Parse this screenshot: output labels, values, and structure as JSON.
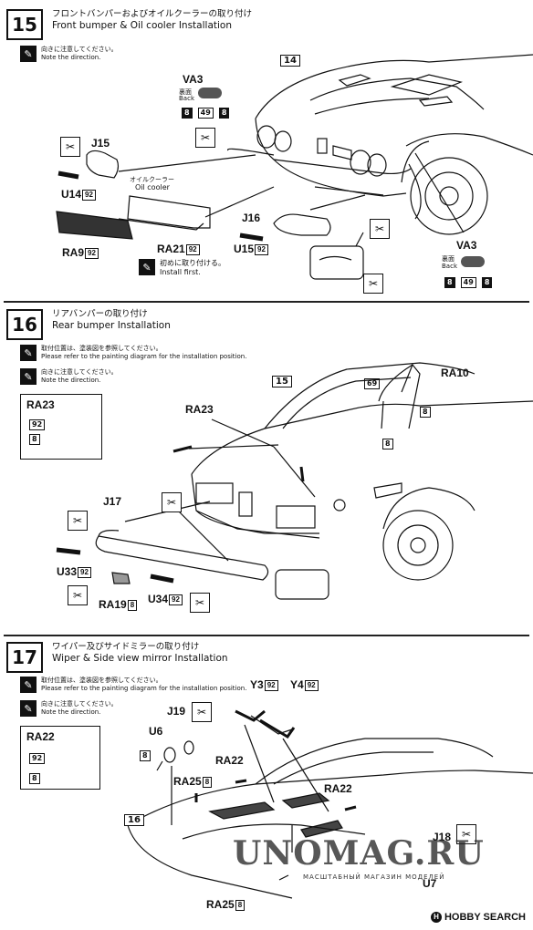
{
  "steps": [
    {
      "number": "15",
      "title_jp": "フロントバンパーおよびオイルクーラーの取り付け",
      "title_en": "Front bumper & Oil cooler Installation",
      "notes": [
        {
          "jp": "向きに注意してください。",
          "en": "Note the direction."
        }
      ]
    },
    {
      "number": "16",
      "title_jp": "リアバンパーの取り付け",
      "title_en": "Rear bumper Installation",
      "notes": [
        {
          "jp": "取付位置は、塗装図を参照してください。",
          "en": "Please refer to the painting diagram for the installation position."
        },
        {
          "jp": "向きに注意してください。",
          "en": "Note the direction."
        }
      ]
    },
    {
      "number": "17",
      "title_jp": "ワイパー及びサイドミラーの取り付け",
      "title_en": "Wiper & Side view mirror Installation",
      "notes": [
        {
          "jp": "取付位置は、塗装図を参照してください。",
          "en": "Please refer to the painting diagram for the installation position."
        },
        {
          "jp": "向きに注意してください。",
          "en": "Note the direction."
        }
      ]
    }
  ],
  "step15": {
    "ref_step": "14",
    "va3_top": {
      "name": "VA3",
      "jp": "裏面",
      "en": "Back",
      "n1": "8",
      "n2": "49",
      "n3": "8"
    },
    "va3_bottom": {
      "name": "VA3",
      "jp": "裏面",
      "en": "Back",
      "n1": "8",
      "n2": "49",
      "n3": "8"
    },
    "j15": "J15",
    "u14": "U14",
    "u14_num": "92",
    "oil_cooler_jp": "オイルクーラー",
    "oil_cooler_en": "Oil cooler",
    "ra9": "RA9",
    "ra9_num": "92",
    "ra21": "RA21",
    "ra21_num": "92",
    "install_first_jp": "初めに取り付ける。",
    "install_first_en": "Install first.",
    "j16": "J16",
    "u15": "U15",
    "u15_num": "92"
  },
  "step16": {
    "ref_step": "15",
    "ra10": "RA10",
    "ra10_num_a": "69",
    "ra10_num_b": "8",
    "ra10_num_c": "8",
    "ra23_box": "RA23",
    "ra23_box_n1": "92",
    "ra23_box_n2": "8",
    "ra23": "RA23",
    "j17": "J17",
    "u33": "U33",
    "u33_num": "92",
    "ra19": "RA19",
    "ra19_num": "8",
    "u34": "U34",
    "u34_num": "92"
  },
  "step17": {
    "ref_step": "16",
    "y3": "Y3",
    "y3_num": "92",
    "y4": "Y4",
    "y4_num": "92",
    "j19": "J19",
    "u6": "U6",
    "u6_num": "8",
    "ra22_box": "RA22",
    "ra22_box_n1": "92",
    "ra22_box_n2": "8",
    "ra22_a": "RA22",
    "ra25_a": "RA25",
    "ra25_a_num": "8",
    "ra22_b": "RA22",
    "j18": "J18",
    "u7": "U7",
    "ra25_b": "RA25",
    "ra25_b_num": "8"
  },
  "watermark": {
    "main": "UNOMAG.RU",
    "sub": "МАСШТАБНЫЙ МАГАЗИН МОДЕЛЕЙ"
  },
  "footer": {
    "brand": "HOBBY SEARCH",
    "icon_letter": "H"
  }
}
